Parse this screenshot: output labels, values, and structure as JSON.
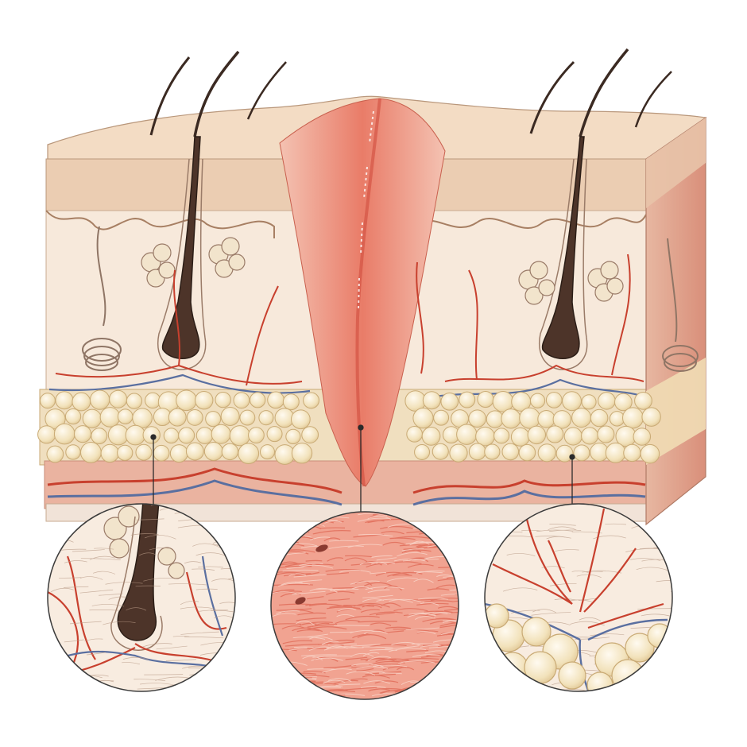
{
  "illustration": {
    "subject": "skin-cross-section-with-healing-scar",
    "insets": [
      "hair-follicle-detail",
      "scar-collagen-detail",
      "fat-and-vessel-detail"
    ]
  },
  "colors": {
    "background": "#ffffff",
    "epidermis_surface": "#f3dcc4",
    "epidermis_cells": "#e7c6a8",
    "dermis": "#f6e6d6",
    "scar_tissue": "#ec8f7c",
    "scar_core": "#e0604f",
    "fat_globule": "#f2e2bb",
    "fat_outline": "#c9aa75",
    "muscle": "#e7a592",
    "artery": "#c8402e",
    "vein": "#5a6fa0",
    "hair": "#3b2a22",
    "ink": "#6b4a38"
  }
}
